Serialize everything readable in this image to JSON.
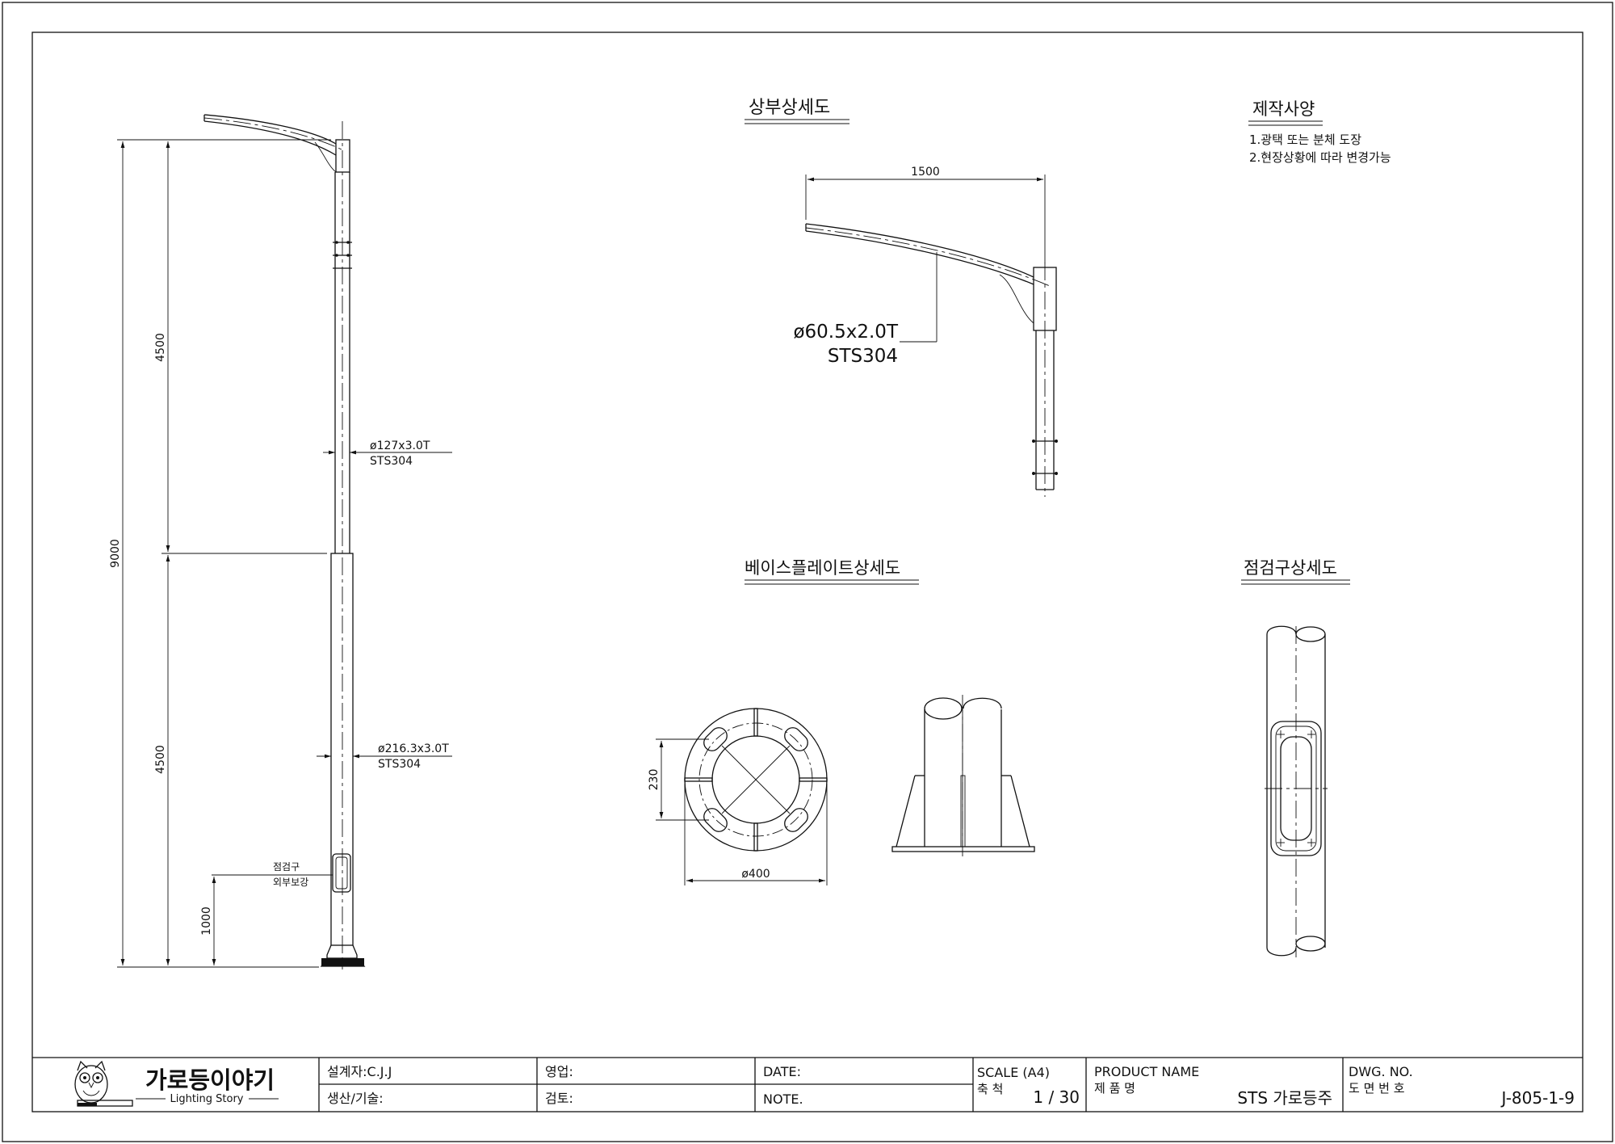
{
  "company": {
    "name": "가로등이야기",
    "subname": "Lighting Story"
  },
  "main_pole": {
    "dim_total": "9000",
    "dim_upper": "4500",
    "dim_lower": "4500",
    "dim_hatch": "1000",
    "upper_spec": "ø127x3.0T",
    "upper_material": "STS304",
    "lower_spec": "ø216.3x3.0T",
    "lower_material": "STS304",
    "hatch_line1": "점검구",
    "hatch_line2": "외부보강"
  },
  "top_detail": {
    "title": "상부상세도",
    "dim_width": "1500",
    "arm_spec": "ø60.5x2.0T",
    "arm_material": "STS304"
  },
  "spec_notes": {
    "title": "제작사양",
    "items": [
      "1.광택 또는 분체 도장",
      "2.현장상황에 따라 변경가능"
    ]
  },
  "base_detail": {
    "title": "베이스플레이트상세도",
    "dim_bolt": "230",
    "dim_dia": "ø400"
  },
  "hatch_detail": {
    "title": "점검구상세도"
  },
  "title_block": {
    "designer": "설계자:C.J.J",
    "sales": "영업:",
    "date": "DATE:",
    "production": "생산/기술:",
    "review": "검토:",
    "note": "NOTE.",
    "scale_label": "SCALE (A4)",
    "scale_kr": "축 척",
    "scale_value": "1 / 30",
    "product_label": "PRODUCT NAME",
    "product_kr": "제 품 명",
    "product_value": "STS 가로등주",
    "dwg_label": "DWG. NO.",
    "dwg_kr": "도 면 번 호",
    "dwg_value": "J-805-1-9"
  }
}
